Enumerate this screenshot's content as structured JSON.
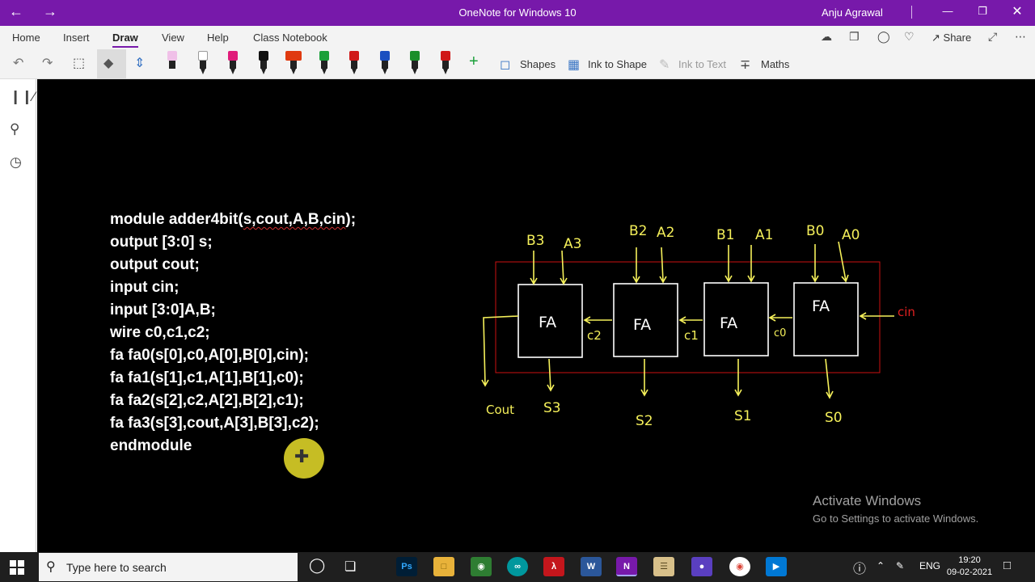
{
  "window": {
    "title": "OneNote for Windows 10",
    "user": "Anju Agrawal",
    "back_icon": "back-arrow-icon",
    "forward_icon": "forward-arrow-icon"
  },
  "tabs": [
    {
      "label": "Home"
    },
    {
      "label": "Insert"
    },
    {
      "label": "Draw"
    },
    {
      "label": "View"
    },
    {
      "label": "Help"
    },
    {
      "label": "Class Notebook"
    }
  ],
  "active_tab": "Draw",
  "header_actions": {
    "share_label": "Share"
  },
  "draw_tools": {
    "shapes_label": "Shapes",
    "ink_to_shape_label": "Ink to Shape",
    "ink_to_text_label": "Ink to Text",
    "maths_label": "Maths",
    "pens": [
      {
        "color": "#f0c0e8"
      },
      {
        "color": "#ffffff"
      },
      {
        "color": "#e01c7a"
      },
      {
        "color": "#111111"
      },
      {
        "color": "#e03a10"
      },
      {
        "color": "#1aa03a"
      },
      {
        "color": "#d01818"
      },
      {
        "color": "#1a4fc0"
      },
      {
        "color": "#1a8f2a"
      },
      {
        "color": "#d01818"
      }
    ]
  },
  "code": {
    "lines": [
      "module adder4bit(s,cout,A,B,cin);",
      "output [3:0] s;",
      "output cout;",
      "input cin;",
      "input [3:0]A,B;",
      "wire c0,c1,c2;",
      "fa fa0(s[0],c0,A[0],B[0],cin);",
      "fa fa1(s[1],c1,A[1],B[1],c0);",
      "fa fa2(s[2],c2,A[2],B[2],c1);",
      "fa fa3(s[3],cout,A[3],B[3],c2);",
      "endmodule"
    ]
  },
  "diagram": {
    "block_label": "FA",
    "inputs_b": [
      "B3",
      "B2",
      "B1",
      "B0"
    ],
    "inputs_a": [
      "A3",
      "A2",
      "A1",
      "A0"
    ],
    "sums": [
      "S3",
      "S2",
      "S1",
      "S0"
    ],
    "carries": [
      "c2",
      "c1",
      "c0"
    ],
    "carry_in": "cin",
    "carry_out": "Cout",
    "ink_color": "#f5f05a",
    "frame_color": "#cc1111"
  },
  "watermark": {
    "line1": "Activate Windows",
    "line2": "Go to Settings to activate Windows."
  },
  "taskbar": {
    "search_placeholder": "Type here to search",
    "language": "ENG",
    "time": "19:20",
    "date": "09-02-2021"
  }
}
